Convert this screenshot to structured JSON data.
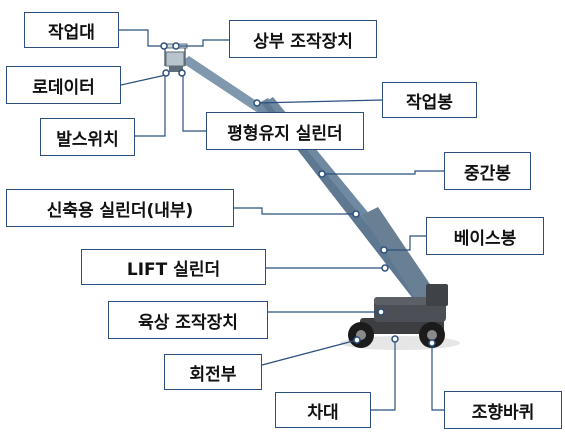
{
  "labels": [
    "작업대",
    "상부 조작장치",
    "로데이터",
    "작업봉",
    "발스위치",
    "평형유지 실린더",
    "중간봉",
    "신축용 실린더(내부)",
    "베이스봉",
    "LIFT 실린더",
    "육상 조작장치",
    "회전부",
    "차대",
    "조향바퀴"
  ],
  "colors": {
    "leader_line": "#2b4f7e",
    "label_border": "#2b4f7e",
    "boom": "#6f8aa0",
    "chassis": "#3c3e42",
    "tire": "#1b1b1b"
  }
}
